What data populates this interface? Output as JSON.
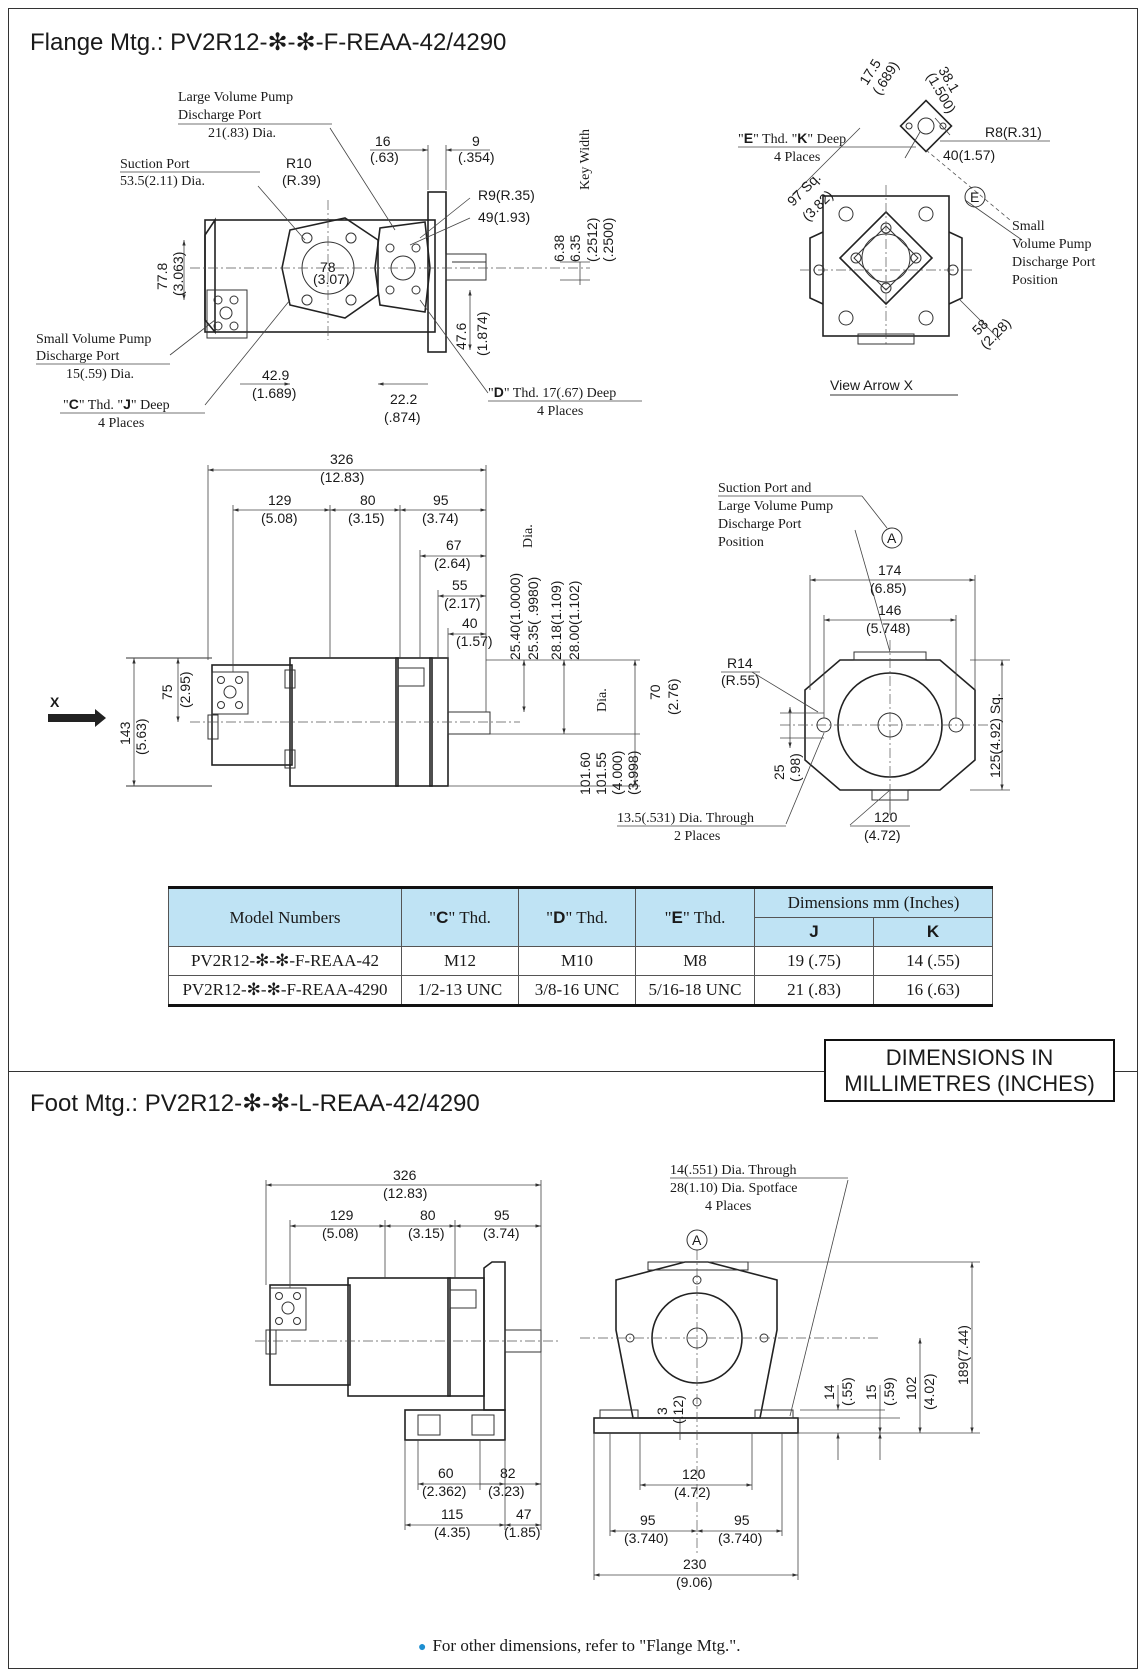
{
  "flange_title": "Flange Mtg.: PV2R12-✻-✻-F-REAA-42/4290",
  "foot_title": "Foot Mtg.: PV2R12-✻-✻-L-REAA-42/4290",
  "stamp": {
    "line1": "DIMENSIONS IN",
    "line2": "MILLIMETRES (INCHES)"
  },
  "labels": {
    "large_pump_1": "Large Volume Pump",
    "large_pump_2": "Discharge Port",
    "large_pump_3": "21(.83) Dia.",
    "suction_1": "Suction Port",
    "suction_2": "53.5(2.11) Dia.",
    "r10": "R10",
    "r10_in": "(R.39)",
    "d16": "16",
    "d16_in": "(.63)",
    "d9": "9",
    "d9_in": "(.354)",
    "r9": "R9(R.35)",
    "d49": "49(1.93)",
    "key_width": "Key Width",
    "k638": "6.38",
    "k635": "6.35",
    "k2512": "(.2512)",
    "k2500": "(.2500)",
    "d778": "77.8",
    "d778_in": "(3.063)",
    "d78": "78",
    "d78_in": "(3.07)",
    "small_pump_1": "Small Volume Pump",
    "small_pump_2": "Discharge Port",
    "small_pump_3": "15(.59) Dia.",
    "d476": "47.6",
    "d476_in": "(1.874)",
    "d429": "42.9",
    "d429_in": "(1.689)",
    "d222": "22.2",
    "d222_in": "(.874)",
    "c_thd_q": "\"",
    "c_thd_c": "C",
    "c_thd_mid": "\" Thd. \"",
    "c_thd_j": "J",
    "c_thd_end": "\" Deep",
    "c_places": "4 Places",
    "d_thd_pre": "\"",
    "d_thd_d": "D",
    "d_thd_end": "\" Thd. 17(.67) Deep",
    "d_places": "4 Places",
    "e_thd_pre": "\"",
    "e_thd_e": "E",
    "e_thd_mid": "\" Thd. \"",
    "e_thd_k": "K",
    "e_thd_end": "\" Deep",
    "e_places": "4 Places",
    "d175": "17.5",
    "d175_in": "(.689)",
    "d381": "38.1",
    "d381_in": "(1.500)",
    "r8": "R8(R.31)",
    "d40": "40(1.57)",
    "d97": "97 Sq.",
    "d97_in": "(3.82)",
    "e_mark": "E",
    "small_pos_1": "Small",
    "small_pos_2": "Volume Pump",
    "small_pos_3": "Discharge Port",
    "small_pos_4": "Position",
    "d58": "58",
    "d58_in": "(2.28)",
    "view_arrow": "View Arrow X",
    "d326": "326",
    "d326_in": "(12.83)",
    "d129": "129",
    "d129_in": "(5.08)",
    "d80": "80",
    "d80_in": "(3.15)",
    "d95": "95",
    "d95_in": "(3.74)",
    "d67": "67",
    "d67_in": "(2.64)",
    "d55": "55",
    "d55_in": "(2.17)",
    "d40b": "40",
    "d40b_in": "(1.57)",
    "dia": "Dia.",
    "s2540": "25.40(1.0000)",
    "s2535": "25.35(  .9980)",
    "s2818": "28.18(1.109)",
    "s2800": "28.00(1.102)",
    "x_mark": "X",
    "d143": "143",
    "d143_in": "(5.63)",
    "d75": "75",
    "d75_in": "(2.95)",
    "d70": "70",
    "d70_in": "(2.76)",
    "p10160": "101.60",
    "p10155": "101.55",
    "p4000": "(4.000)",
    "p3998": "(3.998)",
    "dia2": "Dia.",
    "suction_pos_1": "Suction Port and",
    "suction_pos_2": "Large Volume Pump",
    "suction_pos_3": "Discharge Port",
    "suction_pos_4": "Position",
    "a_mark": "A",
    "d174": "174",
    "d174_in": "(6.85)",
    "d146": "146",
    "d146_in": "(5.748)",
    "r14": "R14",
    "r14_in": "(R.55)",
    "d125": "125(4.92) Sq.",
    "d25": "25",
    "d25_in": "(.98)",
    "d135": "13.5(.531) Dia. Through",
    "d135_places": "2 Places",
    "d120": "120",
    "d120_in": "(4.72)",
    "f326": "326",
    "f326_in": "(12.83)",
    "f129": "129",
    "f129_in": "(5.08)",
    "f80": "80",
    "f80_in": "(3.15)",
    "f95": "95",
    "f95_in": "(3.74)",
    "f60": "60",
    "f60_in": "(2.362)",
    "f82": "82",
    "f82_in": "(3.23)",
    "f115": "115",
    "f115_in": "(4.35)",
    "f47": "47",
    "f47_in": "(1.85)",
    "f14_1": "14(.551) Dia. Through",
    "f14_2": "28(1.10) Dia. Spotface",
    "f14_3": "4 Places",
    "fa_mark": "A",
    "f3": "3",
    "f3_in": "(.12)",
    "f14": "14",
    "f14_in": "(.55)",
    "f15": "15",
    "f15_in": "(.59)",
    "f102": "102",
    "f102_in": "(4.02)",
    "f189": "189(7.44)",
    "f120": "120",
    "f120_in": "(4.72)",
    "f95a": "95",
    "f95a_in": "(3.740)",
    "f95b": "95",
    "f95b_in": "(3.740)",
    "f230": "230",
    "f230_in": "(9.06)"
  },
  "table": {
    "h_model": "Model Numbers",
    "h_c_q1": "\"",
    "h_c": "C",
    "h_c_q2": "\" Thd.",
    "h_d_q1": "\"",
    "h_d": "D",
    "h_d_q2": "\" Thd.",
    "h_e_q1": "\"",
    "h_e": "E",
    "h_e_q2": "\" Thd.",
    "h_dims": "Dimensions    mm (Inches)",
    "h_j": "J",
    "h_k": "K",
    "rows": [
      {
        "model": "PV2R12-✻-✻-F-REAA-42",
        "c": "M12",
        "d": "M10",
        "e": "M8",
        "j": "19 (.75)",
        "k": "14 (.55)"
      },
      {
        "model": "PV2R12-✻-✻-F-REAA-4290",
        "c": "1/2-13 UNC",
        "d": "3/8-16 UNC",
        "e": "5/16-18 UNC",
        "j": "21 (.83)",
        "k": "16 (.63)"
      }
    ]
  },
  "note": "For other dimensions, refer to \"Flange Mtg.\"."
}
